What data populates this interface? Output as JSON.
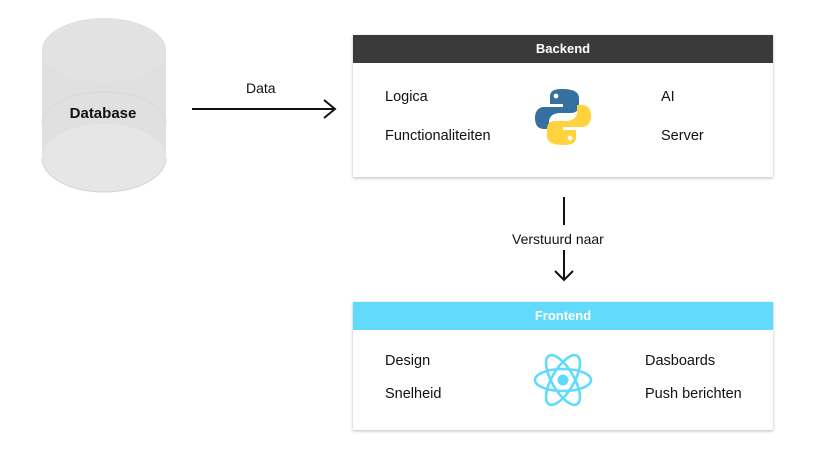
{
  "database": {
    "label": "Database"
  },
  "data_arrow": {
    "label": "Data"
  },
  "backend": {
    "title": "Backend",
    "left_items": [
      "Logica",
      "Functionaliteiten"
    ],
    "right_items": [
      "AI",
      "Server"
    ],
    "icon": "python-logo",
    "header_color": "#3a3a3a"
  },
  "connector": {
    "label": "Verstuurd naar"
  },
  "frontend": {
    "title": "Frontend",
    "left_items": [
      "Design",
      "Snelheid"
    ],
    "right_items": [
      "Dasboards",
      "Push berichten"
    ],
    "icon": "react-logo",
    "header_color": "#61dafb"
  }
}
